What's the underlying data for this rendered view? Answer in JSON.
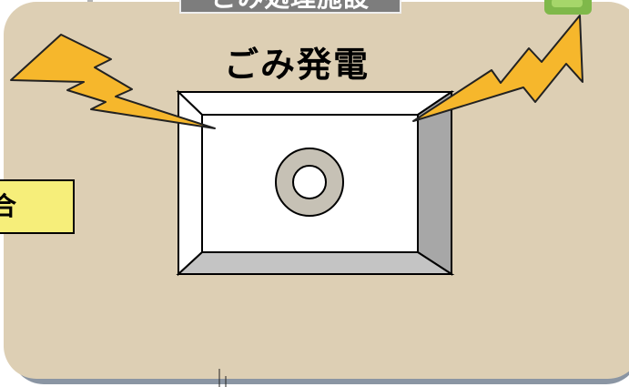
{
  "header": {
    "facility_label": "ごみ処理施設"
  },
  "diagram": {
    "title": "ごみ発電",
    "left_tag_text": "合"
  },
  "colors": {
    "panel_background": "#ddcfb4",
    "panel_shadow": "#8a95a3",
    "label_background": "#7d7d7d",
    "lightning_fill": "#f6b72c",
    "tag_background": "#f6ee7a",
    "furnace_face": "#ffffff",
    "furnace_side": "#a7a7a7",
    "furnace_bottom": "#c4c4c4",
    "ring_fill": "#c6c1b5",
    "badge_green": "#7fb84a"
  },
  "icons": {
    "left_bolt": "lightning-bolt-icon",
    "right_bolt": "lightning-bolt-icon",
    "center_ring": "ring-icon",
    "top_right_badge": "green-badge-icon"
  }
}
